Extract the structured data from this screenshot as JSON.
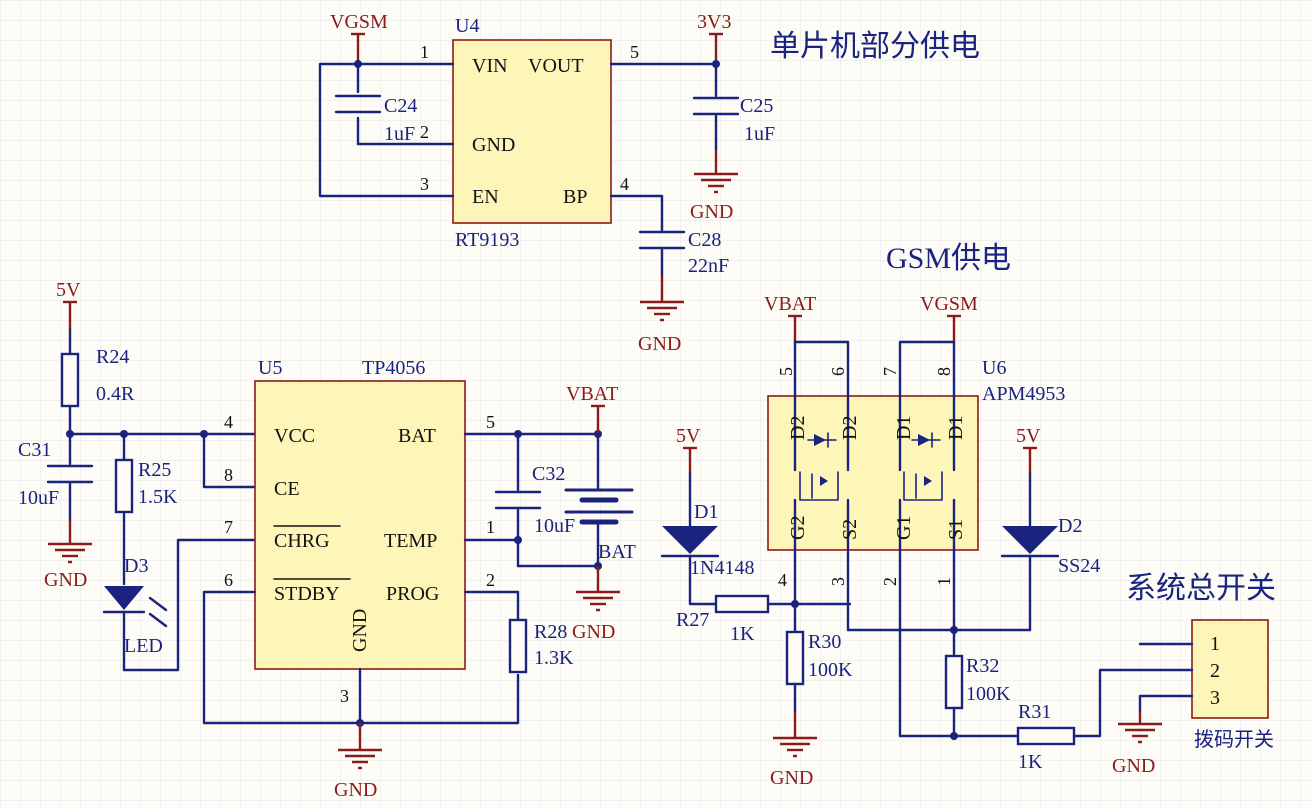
{
  "titles": {
    "mcu_power": "单片机部分供电",
    "gsm_power": "GSM供电",
    "main_switch": "系统总开关"
  },
  "power": {
    "vgsm": "VGSM",
    "v3v3": "3V3",
    "v5": "5V",
    "vbat": "VBAT",
    "gnd": "GND"
  },
  "u4": {
    "ref": "U4",
    "part": "RT9193",
    "pins": {
      "vin": "VIN",
      "vout": "VOUT",
      "gnd": "GND",
      "en": "EN",
      "bp": "BP"
    },
    "pin_numbers": {
      "vin": "1",
      "gnd": "2",
      "en": "3",
      "bp": "4",
      "vout": "5"
    }
  },
  "u5": {
    "ref": "U5",
    "part": "TP4056",
    "pins": {
      "vcc": "VCC",
      "ce": "CE",
      "chrg": "CHRG",
      "stdby": "STDBY",
      "bat": "BAT",
      "temp": "TEMP",
      "prog": "PROG",
      "gnd": "GND"
    },
    "pin_numbers": {
      "vcc": "4",
      "ce": "8",
      "chrg": "7",
      "stdby": "6",
      "bat": "5",
      "temp": "1",
      "prog": "2",
      "gnd": "3"
    }
  },
  "u6": {
    "ref": "U6",
    "part": "APM4953",
    "pins": {
      "d2a": "D2",
      "d2b": "D2",
      "d1a": "D1",
      "d1b": "D1",
      "g2": "G2",
      "s2": "S2",
      "g1": "G1",
      "s1": "S1"
    },
    "pin_numbers": {
      "p5": "5",
      "p6": "6",
      "p7": "7",
      "p8": "8",
      "p4": "4",
      "p3": "3",
      "p2": "2",
      "p1": "1"
    }
  },
  "components": {
    "c24": {
      "ref": "C24",
      "value": "1uF"
    },
    "c25": {
      "ref": "C25",
      "value": "1uF"
    },
    "c28": {
      "ref": "C28",
      "value": "22nF"
    },
    "c31": {
      "ref": "C31",
      "value": "10uF"
    },
    "c32": {
      "ref": "C32",
      "value": "10uF"
    },
    "r24": {
      "ref": "R24",
      "value": "0.4R"
    },
    "r25": {
      "ref": "R25",
      "value": "1.5K"
    },
    "r27": {
      "ref": "R27",
      "value": "1K"
    },
    "r28": {
      "ref": "R28",
      "value": "1.3K"
    },
    "r30": {
      "ref": "R30",
      "value": "100K"
    },
    "r31": {
      "ref": "R31",
      "value": "1K"
    },
    "r32": {
      "ref": "R32",
      "value": "100K"
    },
    "d1": {
      "ref": "D1",
      "value": "1N4148"
    },
    "d2": {
      "ref": "D2",
      "value": "SS24"
    },
    "d3": {
      "ref": "D3",
      "value": "LED"
    },
    "bat": {
      "value": "BAT"
    }
  },
  "switch": {
    "name": "拨码开关",
    "pins": [
      "1",
      "2",
      "3"
    ]
  }
}
